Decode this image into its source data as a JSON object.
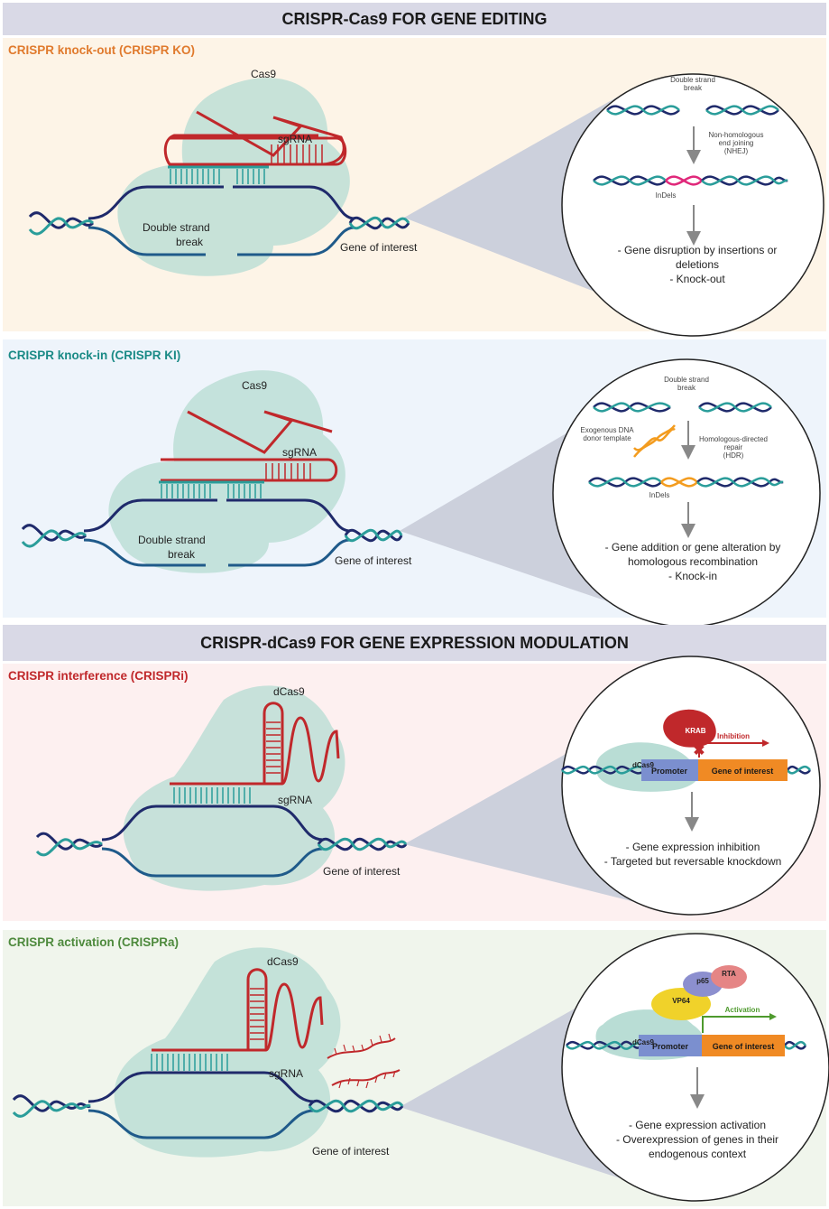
{
  "header_editing": "CRISPR-Cas9 FOR GENE EDITING",
  "header_modulation": "CRISPR-dCas9 FOR GENE EXPRESSION MODULATION",
  "colors": {
    "ko": "#e07a2d",
    "ki": "#1a8a86",
    "i": "#c0282b",
    "a": "#4e8a3d",
    "rna": "#c0282b",
    "dna_dark": "#1f2a6b",
    "dna_teal": "#2a9d9a",
    "orange": "#f39c1f",
    "pink": "#e0287a"
  },
  "ko": {
    "title": "CRISPR knock-out (CRISPR KO)",
    "cas": "Cas9",
    "sgrna": "sgRNA",
    "dsb_1": "Double strand",
    "dsb_2": "break",
    "gene": "Gene of interest",
    "zoom": {
      "dsb_1": "Double strand",
      "dsb_2": "break",
      "nhej_1": "Non-homologous",
      "nhej_2": "end joining",
      "nhej_3": "(NHEJ)",
      "indels": "InDels",
      "res_1": "- Gene disruption by insertions or",
      "res_2": "deletions",
      "res_3": "- Knock-out"
    }
  },
  "ki": {
    "title": "CRISPR knock-in (CRISPR KI)",
    "cas": "Cas9",
    "sgrna": "sgRNA",
    "dsb_1": "Double strand",
    "dsb_2": "break",
    "gene": "Gene of interest",
    "zoom": {
      "dsb_1": "Double strand",
      "dsb_2": "break",
      "donor_1": "Exogenous DNA",
      "donor_2": "donor template",
      "hdr_1": "Homologous-directed",
      "hdr_2": "repair",
      "hdr_3": "(HDR)",
      "indels": "InDels",
      "res_1": "- Gene addition or gene alteration by",
      "res_2": "homologous recombination",
      "res_3": "- Knock-in"
    }
  },
  "ci": {
    "title": "CRISPR interference (CRISPRi)",
    "cas": "dCas9",
    "sgrna": "sgRNA",
    "gene": "Gene of interest",
    "zoom": {
      "krab": "KRAB",
      "dcas": "dCas9",
      "inhib": "Inhibition",
      "promoter": "Promoter",
      "goi": "Gene of interest",
      "res_1": "- Gene expression inhibition",
      "res_2": "- Targeted but reversable knockdown"
    }
  },
  "ca": {
    "title": "CRISPR activation (CRISPRa)",
    "cas": "dCas9",
    "sgrna": "sgRNA",
    "gene": "Gene of interest",
    "zoom": {
      "p65": "p65",
      "rta": "RTA",
      "vp64": "VP64",
      "dcas": "dCas9",
      "activ": "Activation",
      "promoter": "Promoter",
      "goi": "Gene of interest",
      "res_1": "- Gene expression activation",
      "res_2": "- Overexpression of genes in their",
      "res_3": "endogenous context"
    }
  }
}
